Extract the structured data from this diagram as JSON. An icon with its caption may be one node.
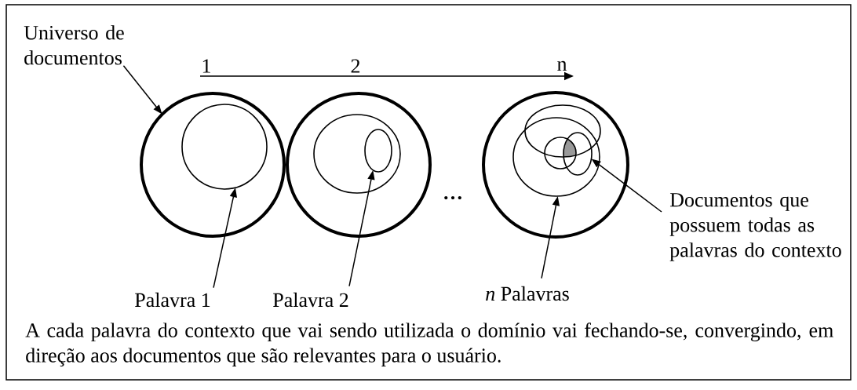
{
  "diagram": {
    "caption": "A cada palavra do contexto que vai sendo utilizada o domínio vai fechando-se, convergindo, em direção aos documentos que são relevantes para o usuário.",
    "nodes": [
      {
        "text": [
          "Universo de documentos"
        ]
      },
      {
        "text": [],
        "shape": "circle"
      },
      {
        "text": [],
        "shape": "circle",
        "in": 1
      },
      {
        "text": [],
        "shape": "circle"
      },
      {
        "text": [],
        "shape": "ellipse",
        "in": 3
      },
      {
        "text": [],
        "shape": "ellipse",
        "in": 4
      },
      {
        "text": [],
        "shape": "circle"
      },
      {
        "text": [],
        "shape": "ellipse",
        "in": 6
      },
      {
        "text": [],
        "shape": "ellipse",
        "in": 6
      },
      {
        "text": [],
        "shape": "circle",
        "in": 7
      },
      {
        "text": [],
        "shape": "ellipse",
        "in": 7
      },
      {
        "text": [
          "Palavra 1"
        ]
      },
      {
        "text": [
          "Palavra 2"
        ]
      },
      {
        "text": [
          "*n* Palavras"
        ]
      },
      {
        "text": [
          "Documentos que possuem todas as palavras do contexto"
        ]
      }
    ],
    "edges": [
      {
        "from": 0,
        "to": 1,
        "arrow": "to"
      },
      {
        "from": 11,
        "to": 2,
        "arrow": "to"
      },
      {
        "from": 12,
        "to": 5,
        "arrow": "to"
      },
      {
        "from": 13,
        "to": 7,
        "arrow": "to"
      },
      {
        "from": 14,
        "to": 10,
        "arrow": "to"
      }
    ],
    "labels": [
      "1",
      "2",
      "n",
      "…"
    ]
  }
}
